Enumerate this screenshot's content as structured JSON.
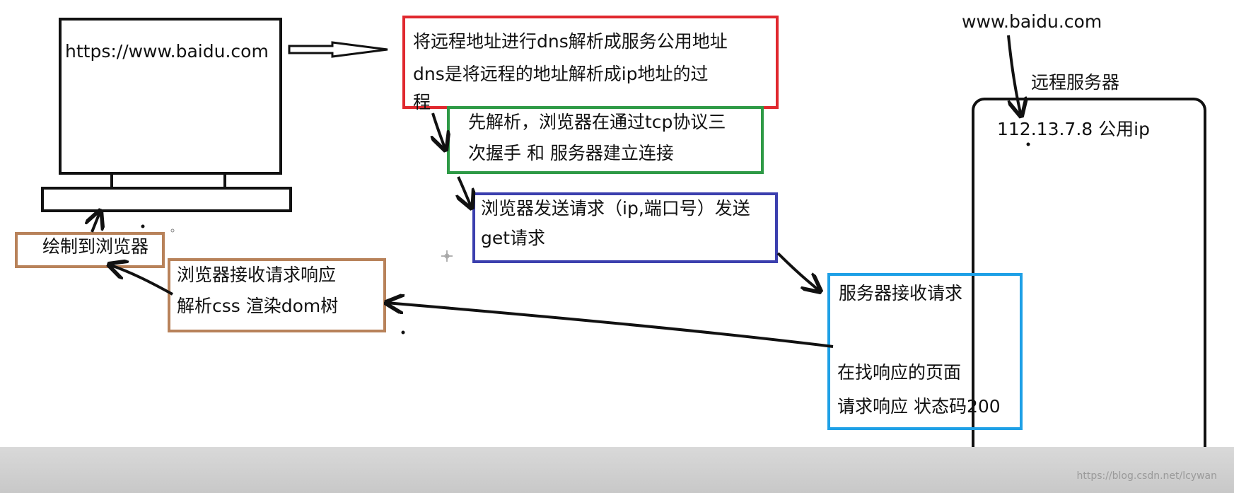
{
  "client": {
    "url": "https://www.baidu.com",
    "draw_label": "绘制到浏览器"
  },
  "steps": {
    "dns_line1": "将远程地址进行dns解析成服务公用地址",
    "dns_line2": "dns是将远程的地址解析成ip地址的过",
    "dns_line3": "程",
    "tcp_line1": "先解析，浏览器在通过tcp协议三",
    "tcp_line2": "次握手 和 服务器建立连接",
    "request_line1": "浏览器发送请求（ip,端口号）发送",
    "request_line2": "get请求",
    "receive_line1": "浏览器接收请求响应",
    "receive_line2": "解析css  渲染dom树"
  },
  "server": {
    "domain": "www.baidu.com",
    "title": "远程服务器",
    "ip": "112.13.7.8  公用ip",
    "receive": "服务器接收请求",
    "find_page": "在找响应的页面",
    "response": "请求响应  状态码200"
  },
  "watermark": "https://blog.csdn.net/lcywan",
  "colors": {
    "dns_box": "#e0282e",
    "tcp_box": "#2e9a46",
    "request_box": "#3b3fae",
    "server_receive_box": "#1ea0e6",
    "receive_box": "#b8825a",
    "draw_box": "#b8825a",
    "ink": "#111111"
  }
}
